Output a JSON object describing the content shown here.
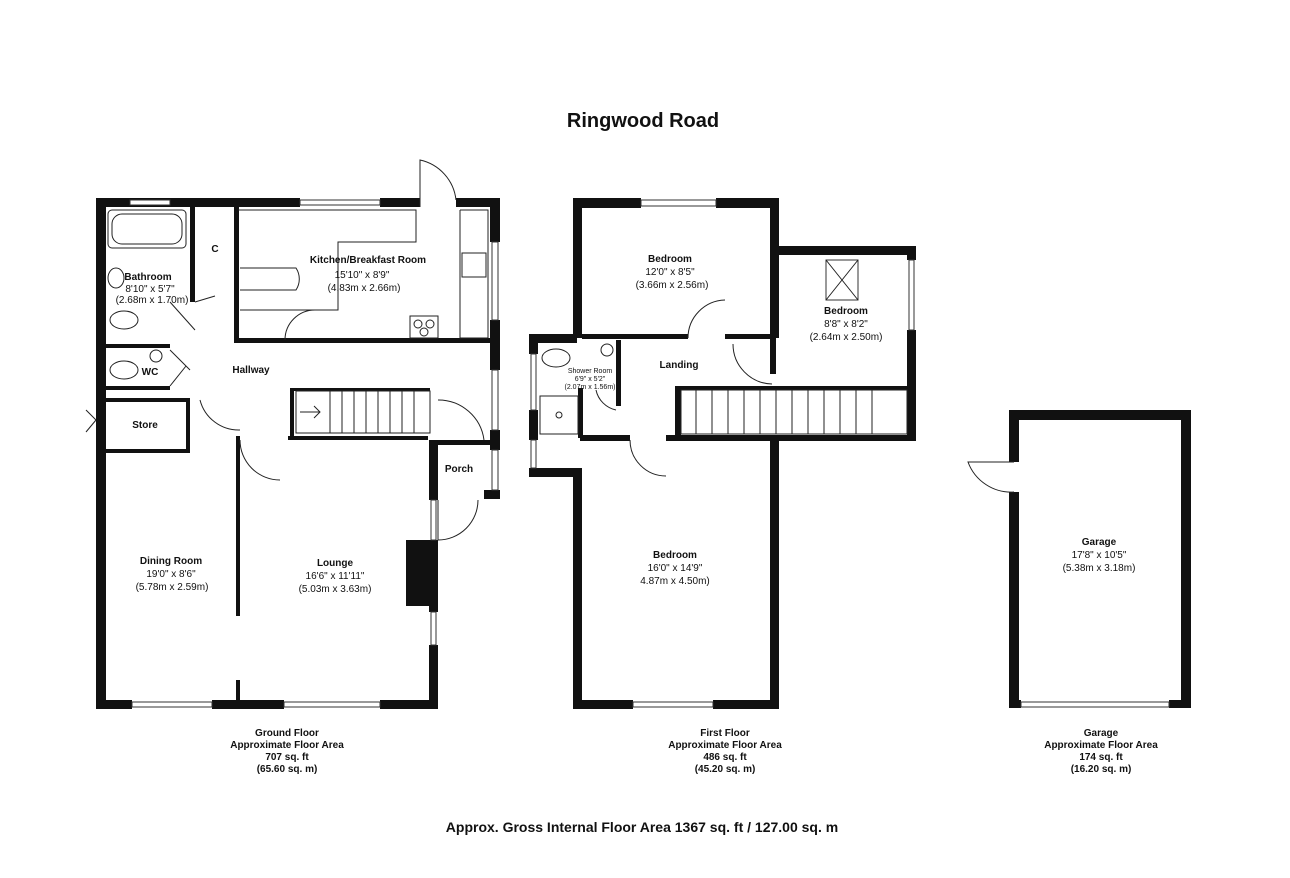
{
  "title": "Ringwood Road",
  "ground_floor": {
    "rooms": {
      "bathroom": {
        "name": "Bathroom",
        "dim_imperial": "8'10\" x 5'7\"",
        "dim_metric": "(2.68m x 1.70m)"
      },
      "cupboard": {
        "name": "C"
      },
      "kitchen": {
        "name": "Kitchen/Breakfast Room",
        "dim_imperial": "15'10\" x 8'9\"",
        "dim_metric": "(4.83m x 2.66m)"
      },
      "wc": {
        "name": "WC"
      },
      "hallway": {
        "name": "Hallway"
      },
      "store": {
        "name": "Store"
      },
      "porch": {
        "name": "Porch"
      },
      "dining": {
        "name": "Dining Room",
        "dim_imperial": "19'0\" x 8'6\"",
        "dim_metric": "(5.78m x 2.59m)"
      },
      "lounge": {
        "name": "Lounge",
        "dim_imperial": "16'6\" x 11'11\"",
        "dim_metric": "(5.03m x 3.63m)"
      }
    },
    "caption": {
      "line1": "Ground Floor",
      "line2": "Approximate Floor Area",
      "line3": "707 sq. ft",
      "line4": "(65.60 sq. m)"
    }
  },
  "first_floor": {
    "rooms": {
      "bedroom_top": {
        "name": "Bedroom",
        "dim_imperial": "12'0\" x 8'5\"",
        "dim_metric": "(3.66m x 2.56m)"
      },
      "bedroom_right": {
        "name": "Bedroom",
        "dim_imperial": "8'8\" x 8'2\"",
        "dim_metric": "(2.64m x 2.50m)"
      },
      "shower": {
        "name": "Shower Room",
        "dim_imperial": "6'9\" x 5'2\"",
        "dim_metric": "(2.07m x 1.56m)"
      },
      "landing": {
        "name": "Landing"
      },
      "bedroom_main": {
        "name": "Bedroom",
        "dim_imperial": "16'0\" x 14'9\"",
        "dim_metric": "4.87m x 4.50m)"
      }
    },
    "caption": {
      "line1": "First Floor",
      "line2": "Approximate Floor Area",
      "line3": "486 sq. ft",
      "line4": "(45.20 sq. m)"
    }
  },
  "garage": {
    "rooms": {
      "garage": {
        "name": "Garage",
        "dim_imperial": "17'8\" x 10'5\"",
        "dim_metric": "(5.38m x 3.18m)"
      }
    },
    "caption": {
      "line1": "Garage",
      "line2": "Approximate Floor Area",
      "line3": "174 sq. ft",
      "line4": "(16.20 sq. m)"
    }
  },
  "gross_area": "Approx. Gross Internal Floor Area 1367 sq. ft / 127.00 sq. m",
  "colors": {
    "wall": "#111111",
    "background": "#ffffff"
  }
}
